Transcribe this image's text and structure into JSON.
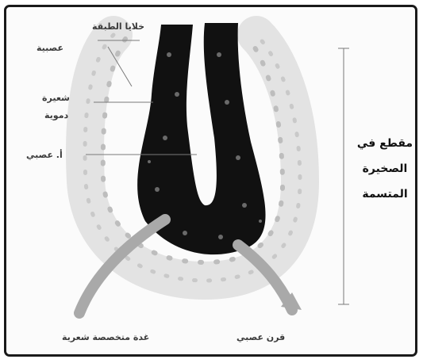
{
  "labels": {
    "cells_top_1": "خلايا الطبقة",
    "cells_top_2": "عصبية",
    "layer_1": "شعيرة",
    "layer_2": "دموية",
    "tissue": "أ. عصبي",
    "section_1": "مقطع في",
    "section_2": "الصخيرة",
    "section_3": "المتسمة",
    "bottom_left": "غدة متخصصة شعرية",
    "bottom_right": "قرن عصبي"
  }
}
